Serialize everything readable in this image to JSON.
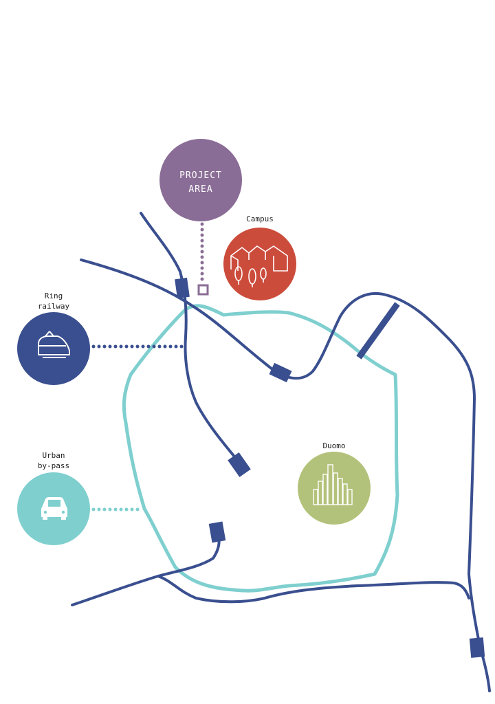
{
  "colors": {
    "railway": "#3a4f8f",
    "bypass": "#7fcfcf",
    "project": "#8a6d96",
    "campus": "#cc4c3c",
    "duomo": "#b3c27a",
    "ring_node": "#3a4f8f",
    "bypass_node": "#7fcfcf"
  },
  "labels": {
    "project_line1": "PROJECT",
    "project_line2": "AREA",
    "campus": "Campus",
    "ring_line1": "Ring",
    "ring_line2": "railway",
    "urban_line1": "Urban",
    "urban_line2": "by-pass",
    "duomo": "Duomo"
  },
  "icons": {
    "project": "none",
    "campus": "buildings-trees-icon",
    "ring": "train-icon",
    "urban": "car-icon",
    "duomo": "cathedral-spires-icon"
  }
}
